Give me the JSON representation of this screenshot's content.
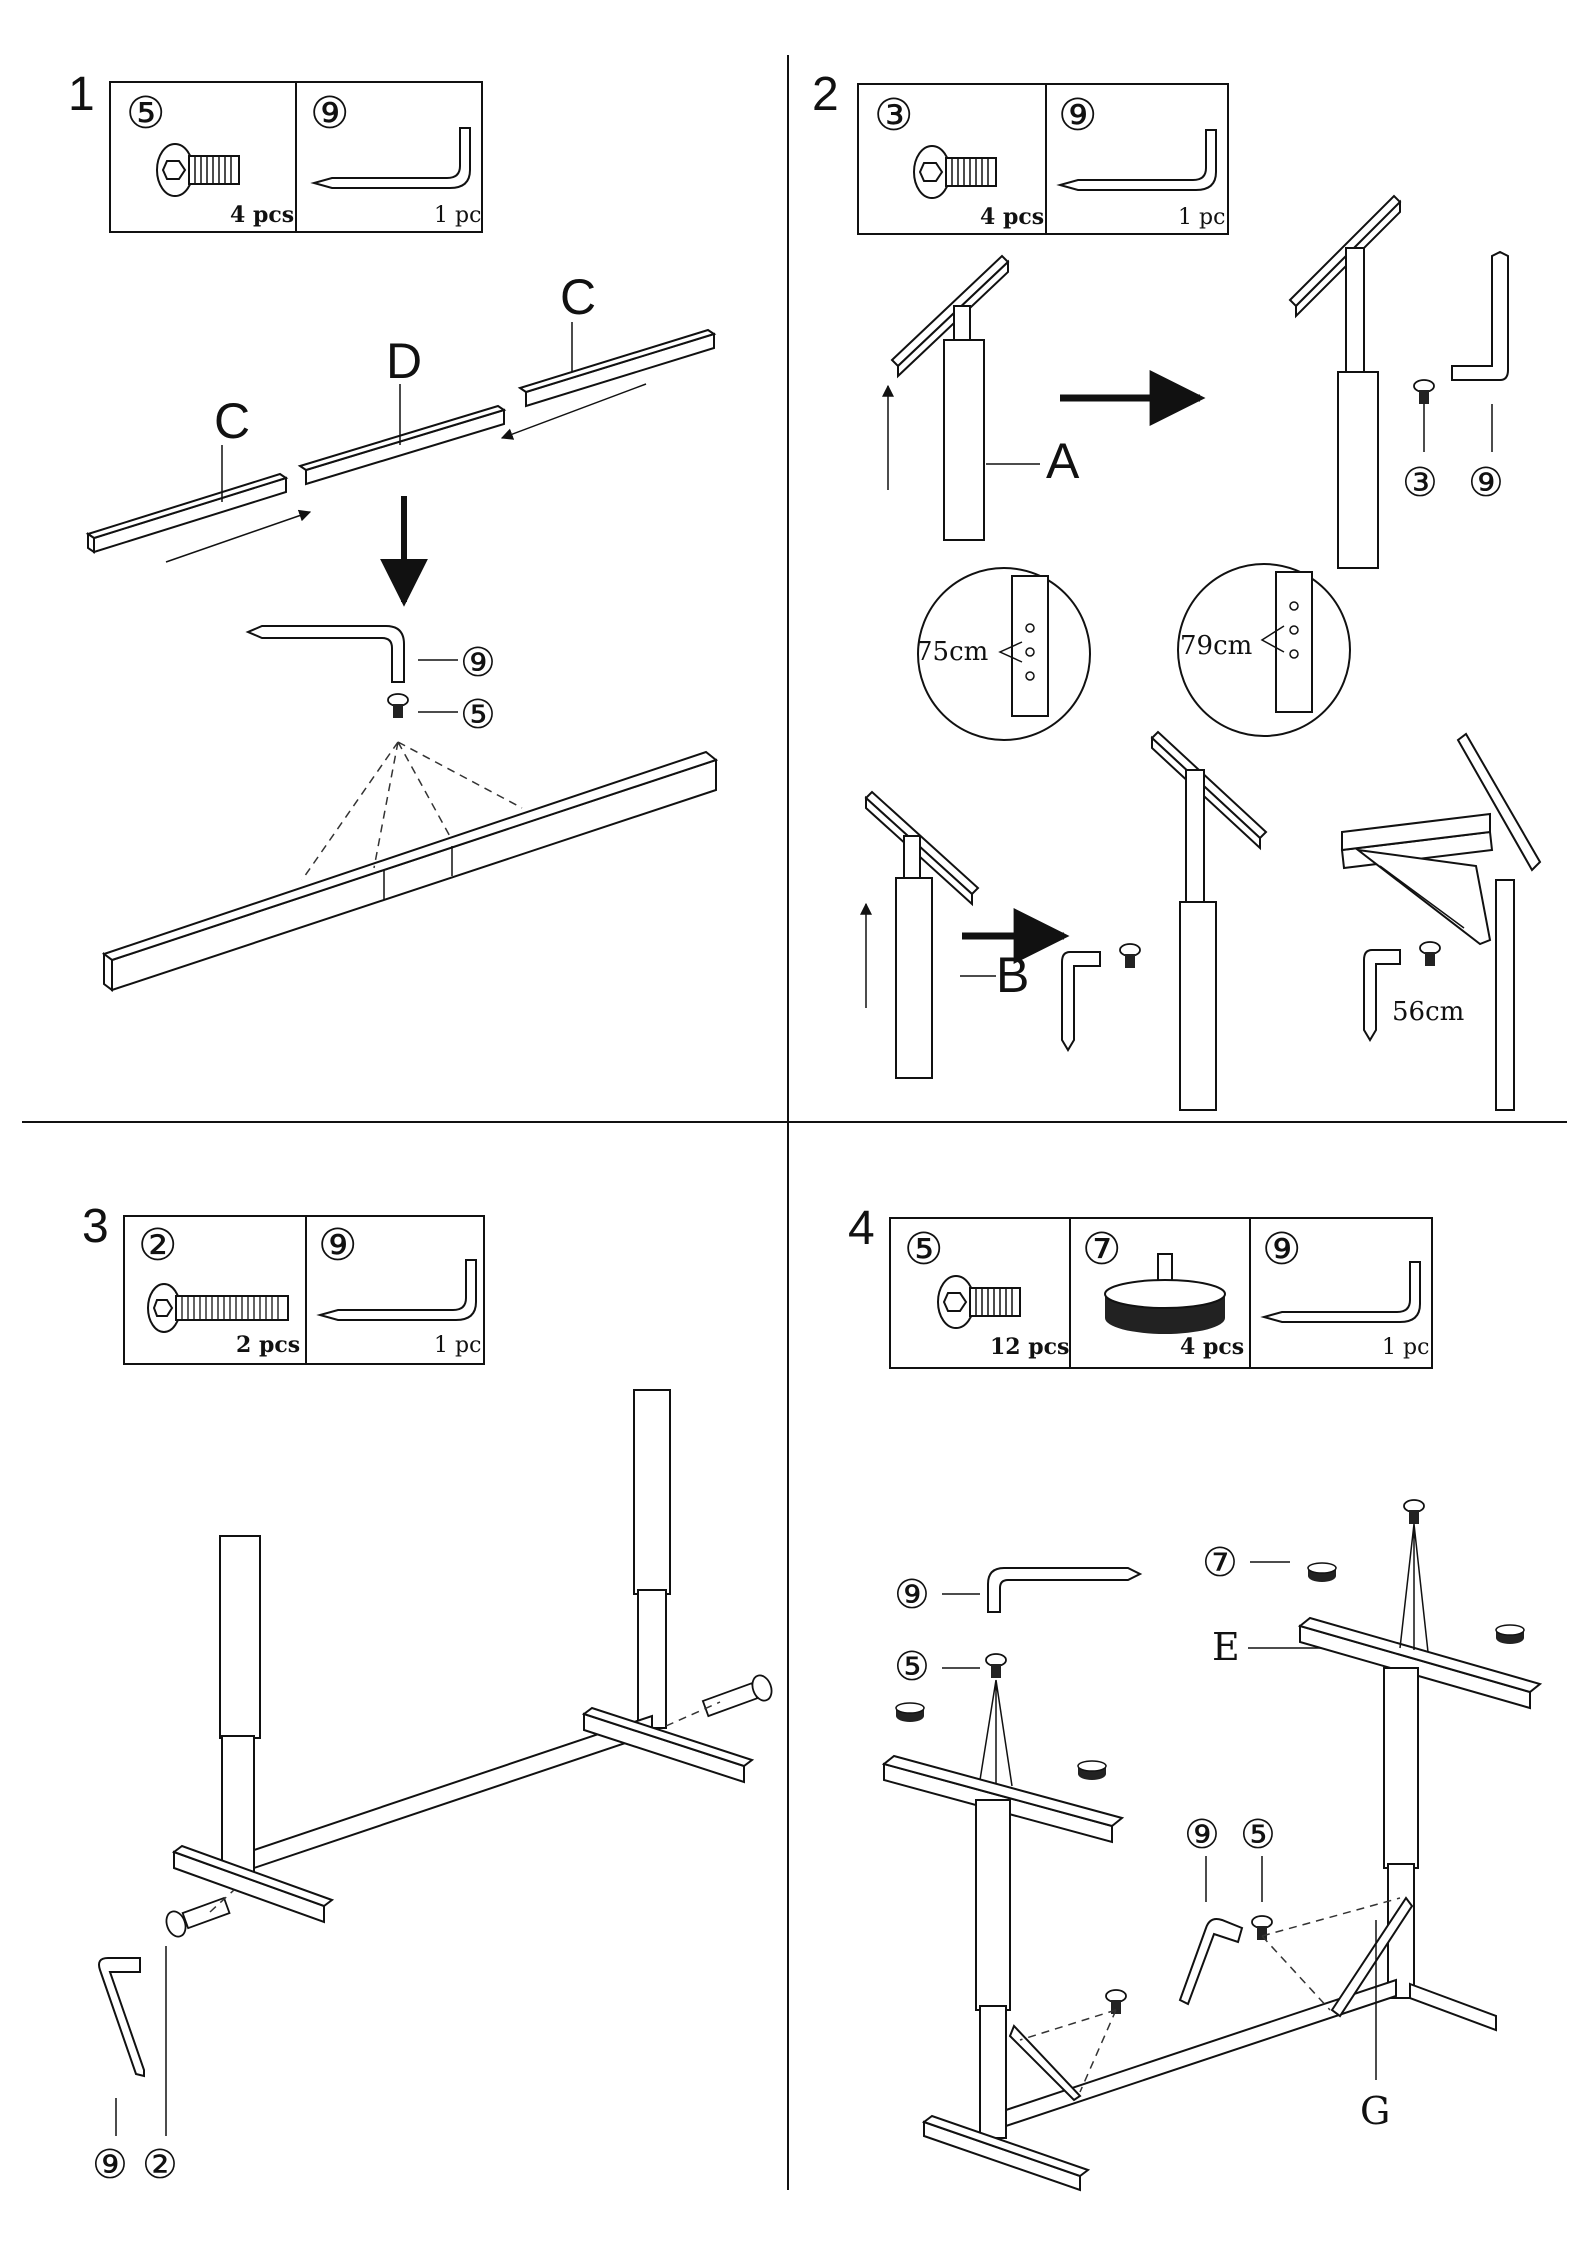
{
  "steps": [
    {
      "number": "1",
      "parts": [
        {
          "id": "⑤",
          "qty": "4 pcs"
        },
        {
          "id": "⑨",
          "qty": "1 pc"
        }
      ],
      "labels": {
        "c_left": "C",
        "d": "D",
        "c_right": "C",
        "hex_key": "⑨",
        "screw": "⑤"
      }
    },
    {
      "number": "2",
      "parts": [
        {
          "id": "③",
          "qty": "4 pcs"
        },
        {
          "id": "⑨",
          "qty": "1 pc"
        }
      ],
      "labels": {
        "a": "A",
        "screw": "③",
        "hex_key": "⑨",
        "b": "B",
        "height_low": "75cm",
        "height_high": "79cm",
        "brace": "56cm"
      }
    },
    {
      "number": "3",
      "parts": [
        {
          "id": "②",
          "qty": "2 pcs"
        },
        {
          "id": "⑨",
          "qty": "1 pc"
        }
      ],
      "labels": {
        "hex_key": "⑨",
        "bolt": "②"
      }
    },
    {
      "number": "4",
      "parts": [
        {
          "id": "⑤",
          "qty": "12 pcs"
        },
        {
          "id": "⑦",
          "qty": "4 pcs"
        },
        {
          "id": "⑨",
          "qty": "1 pc"
        }
      ],
      "labels": {
        "hex_key_top": "⑨",
        "screw_top": "⑤",
        "foot": "⑦",
        "e": "E",
        "hex_key_mid": "⑨",
        "screw_mid": "⑤",
        "g": "G"
      }
    }
  ]
}
